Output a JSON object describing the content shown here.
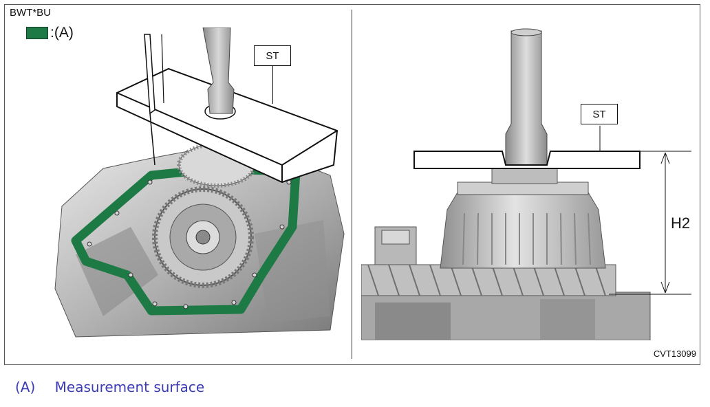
{
  "figure": {
    "code": "BWT*BU",
    "legend_label": ":(A)",
    "figure_id": "CVT13099",
    "left_callout": "ST",
    "right_callout": "ST",
    "dimension_label": "H2",
    "colors": {
      "measurement_surface": "#1e7a45",
      "caption": "#3b3bb5"
    }
  },
  "caption": {
    "label": "(A)",
    "text": "Measurement surface"
  }
}
